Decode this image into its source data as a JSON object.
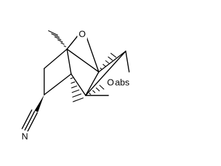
{
  "molecule": {
    "atoms": {
      "bridge_oxygen": "O",
      "epoxide_oxygen": "O",
      "nitrile_nitrogen": "N",
      "abs_marker": "abs"
    },
    "colors": {
      "bond": "#000000",
      "background": "#ffffff"
    }
  }
}
